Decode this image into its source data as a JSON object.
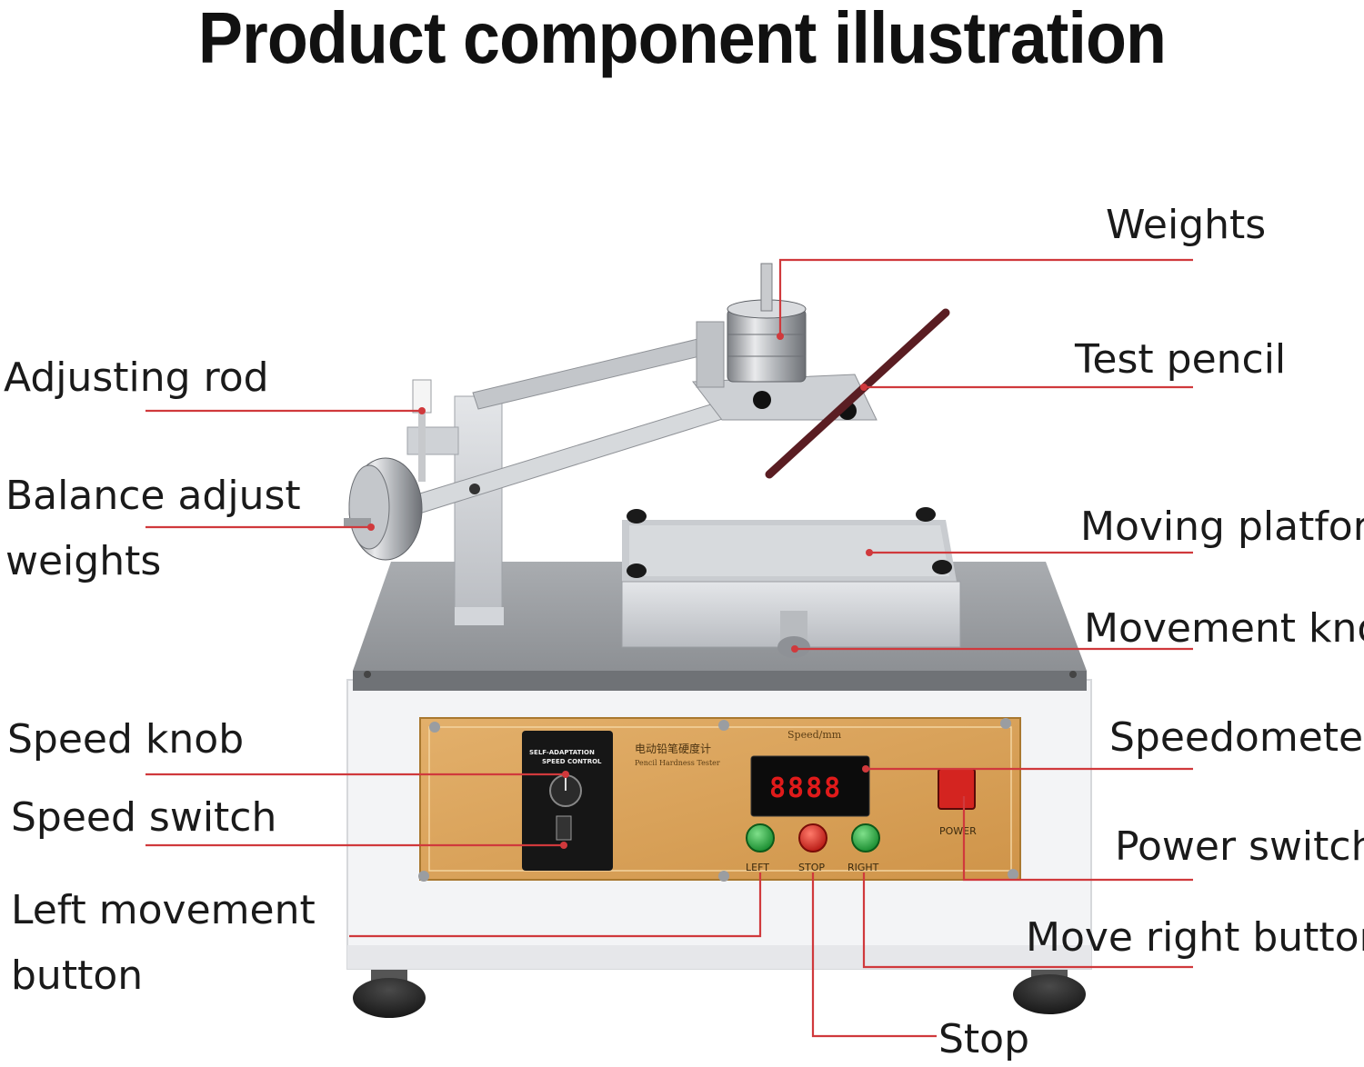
{
  "title": "Product component illustration",
  "labels": {
    "weights": "Weights",
    "test_pencil": "Test pencil",
    "adjusting_rod": "Adjusting rod",
    "balance_adjust_line1": "Balance adjust",
    "balance_adjust_line2": "weights",
    "moving_platform": "Moving platform",
    "movement_knob": "Movement knob",
    "speed_knob": "Speed knob",
    "speedometer": "Speedometer",
    "speed_switch": "Speed switch",
    "power_switch": "Power switch",
    "left_movement_line1": "Left movement",
    "left_movement_line2": "button",
    "move_right_button": "Move right button",
    "stop": "Stop"
  },
  "panel": {
    "speed_header": "Speed/mm",
    "controller_line1": "SELF-ADAPTATION",
    "controller_line2": "SPEED CONTROL",
    "chinese_title": "电动铅笔硬度计",
    "english_subtitle": "Pencil Hardness Tester",
    "display_value": "8888",
    "left_label": "LEFT",
    "stop_label": "STOP",
    "right_label": "RIGHT",
    "power_label": "POWER"
  },
  "colors": {
    "leader": "#d0393c",
    "panel_gold": "#d9a15a",
    "green_button": "#1fa83a",
    "red_button": "#d42420",
    "display_red": "#e01a1a"
  }
}
